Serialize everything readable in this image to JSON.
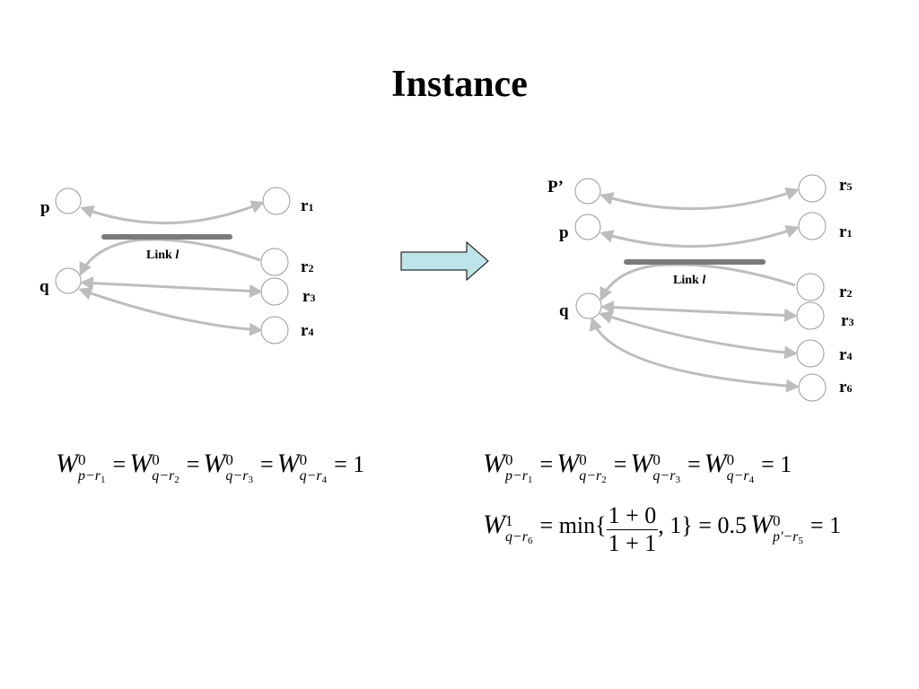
{
  "title": "Instance",
  "left_diagram": {
    "nodes": {
      "p": "p",
      "q": "q",
      "r1": "r",
      "r1_sub": "1",
      "r2": "r",
      "r2_sub": "2",
      "r3": "r",
      "r3_sub": "3",
      "r4": "r",
      "r4_sub": "4"
    },
    "link_text": "Link ",
    "link_var": "l"
  },
  "right_diagram": {
    "nodes": {
      "pprime": "P’",
      "p": "p",
      "q": "q",
      "r5": "r",
      "r5_sub": "5",
      "r1": "r",
      "r1_sub": "1",
      "r2": "r",
      "r2_sub": "2",
      "r3": "r",
      "r3_sub": "3",
      "r4": "r",
      "r4_sub": "4",
      "r6": "r",
      "r6_sub": "6"
    },
    "link_text": "Link ",
    "link_var": "l"
  },
  "equations": {
    "W": "W",
    "sup0": "0",
    "sup1": "1",
    "eq_sign": "=",
    "one": "= 1",
    "terms": [
      {
        "base": "p−r",
        "idx": "1"
      },
      {
        "base": "q−r",
        "idx": "2"
      },
      {
        "base": "q−r",
        "idx": "3"
      },
      {
        "base": "q−r",
        "idx": "4"
      }
    ],
    "third_term": {
      "base": "q−r",
      "idx": "6"
    },
    "min_prefix": "= min{",
    "frac_num": "1 + 0",
    "frac_den": "1 + 1",
    "min_suffix": ", 1} = 0.5",
    "fourth_term": {
      "base": "p'−r",
      "idx": "5"
    }
  },
  "colors": {
    "edge": "#bdbdbd",
    "link_bar": "#7a7a7a",
    "arrow_fill": "#bde4e8",
    "node_stroke": "#9a9a9a"
  }
}
